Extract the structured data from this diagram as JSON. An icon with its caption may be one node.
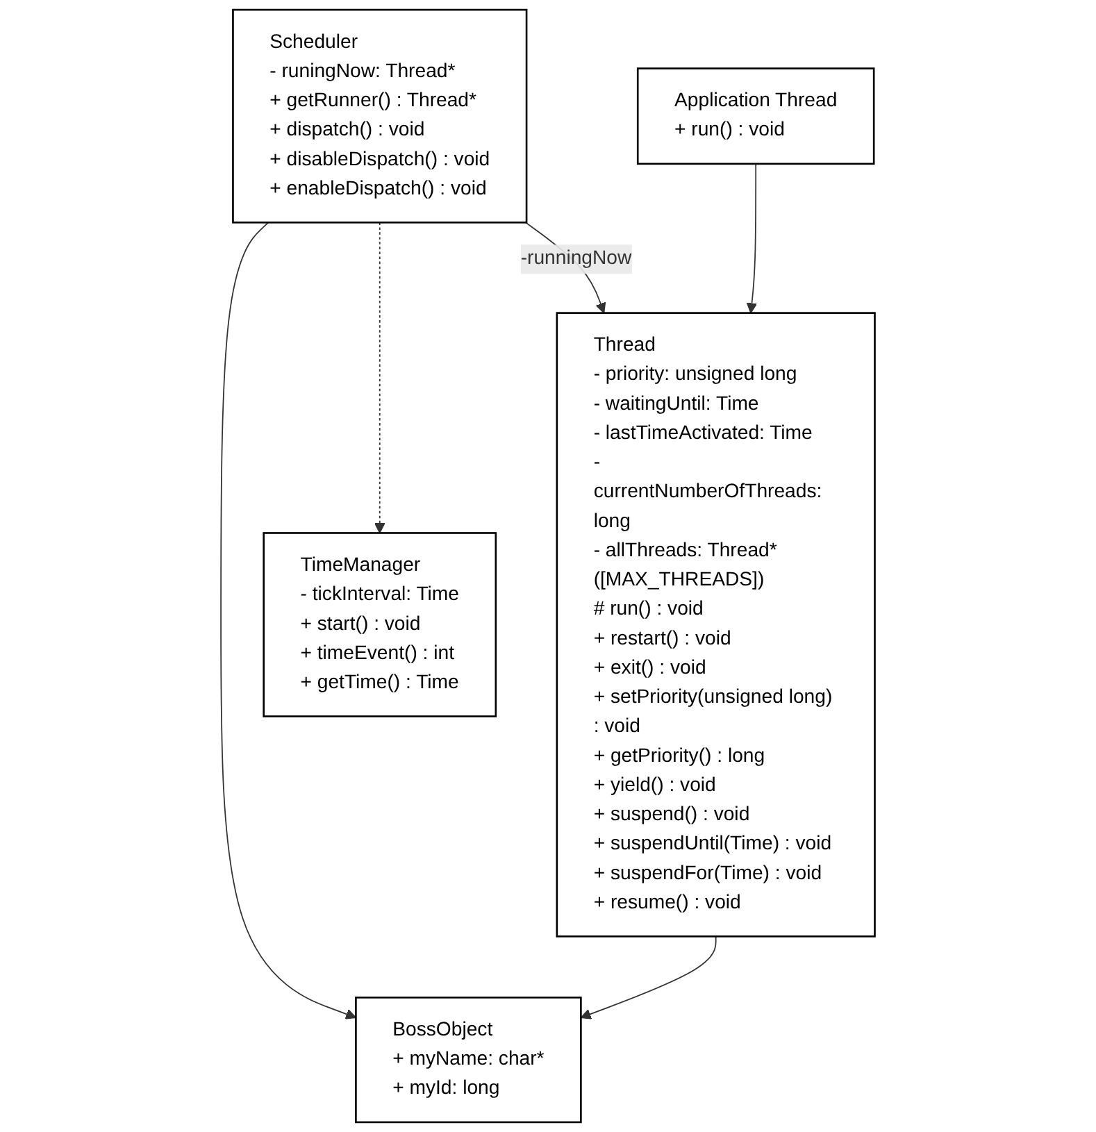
{
  "diagram": {
    "nodes": [
      {
        "text": [
          "BossObject",
          "+ myName: char*",
          "+ myId: long"
        ]
      },
      {
        "text": [
          "Scheduler",
          "- runingNow: Thread*",
          "+ getRunner() : Thread*",
          "+ dispatch() : void",
          "+ disableDispatch() : void",
          "+ enableDispatch() : void"
        ]
      },
      {
        "text": [
          "Thread",
          "- priority: unsigned long",
          "- waitingUntil: Time",
          "- lastTimeActivated: Time",
          "- currentNumberOfThreads: long",
          "- allThreads: Thread* ([MAX_THREADS])",
          "# run() : void",
          "+ restart() : void",
          "+ exit() : void",
          "+ setPriority(unsigned long) : void",
          "+ getPriority() : long",
          "+ yield() : void",
          "+ suspend() : void",
          "+ suspendUntil(Time) : void",
          "+ suspendFor(Time) : void",
          "+ resume() : void"
        ]
      },
      {
        "text": [
          "TimeManager",
          "- tickInterval: Time",
          "+ start() : void",
          "+ timeEvent() : int",
          "+ getTime() : Time"
        ]
      },
      {
        "text": [
          "Application Thread",
          "+ run() : void"
        ]
      }
    ],
    "edges": [
      {
        "from": 1,
        "to": 0,
        "arrow": "to"
      },
      {
        "from": 2,
        "to": 0,
        "arrow": "to"
      },
      {
        "from": 1,
        "to": 2,
        "arrow": "to",
        "label": "-runningNow"
      },
      {
        "from": 1,
        "to": 3,
        "arrow": "to",
        "style": "dashed"
      },
      {
        "from": 4,
        "to": 2,
        "arrow": "to"
      }
    ]
  }
}
